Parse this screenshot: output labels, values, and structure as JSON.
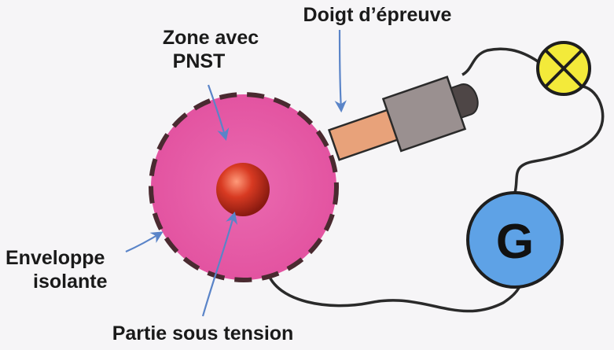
{
  "labels": {
    "zone_line1": "Zone avec",
    "zone_line2": "PNST",
    "finger": "Doigt d’épreuve",
    "envelope_line1": "Enveloppe",
    "envelope_line2": "isolante",
    "live_part": "Partie sous tension",
    "generator": "G"
  },
  "components": {
    "lamp": "indicator-lamp",
    "generator": "generator",
    "probe": "test-finger"
  },
  "colors": {
    "zone_fill": "#e45aa6",
    "envelope_dash": "#4a2a30",
    "live_part": "#c92a1a",
    "finger_tip": "#e8a27a",
    "finger_body": "#9a9090",
    "lamp_fill": "#f3ea3a",
    "generator_fill": "#5ea2e6",
    "wire": "#2a2a2a",
    "arrow": "#5a84c8"
  }
}
